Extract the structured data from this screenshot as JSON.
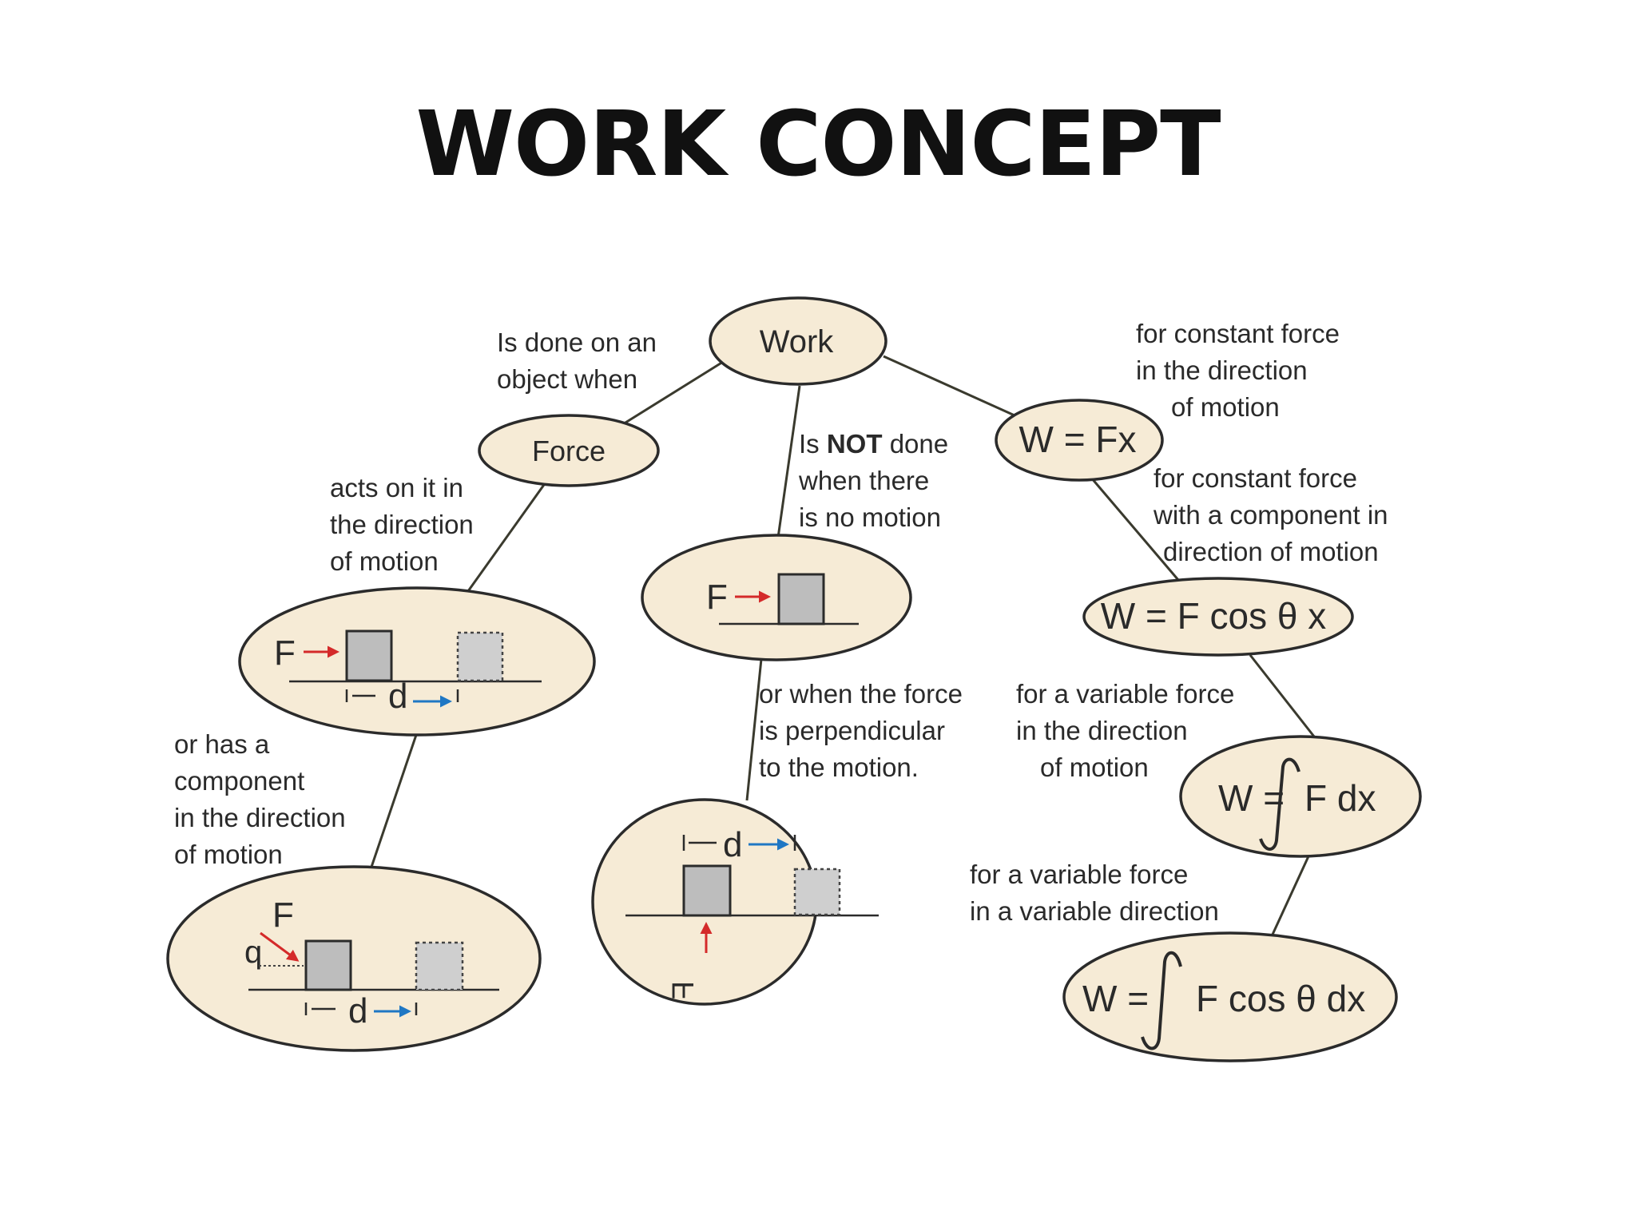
{
  "title": "WORK CONCEPT",
  "nodes": {
    "work": "Work",
    "force": "Force",
    "w_fx": "W = Fx",
    "w_fcos": "W = F cos θ x",
    "w_int_left": "W =",
    "w_int_right": "F dx",
    "w_intcos_left": "W =",
    "w_intcos_right": "F cos θ  dx"
  },
  "labels": {
    "done_on": [
      "Is done on an",
      "object when"
    ],
    "acts_on": [
      "acts on it in",
      "the direction",
      "of motion"
    ],
    "component": [
      "or has a",
      "component",
      "in the direction",
      "of motion"
    ],
    "not_done_1": "Is",
    "not_done_bold": "NOT",
    "not_done_2": "done",
    "not_done_rest": [
      "when there",
      "is no motion"
    ],
    "perpendicular": [
      "or when the force",
      "is perpendicular",
      "to the motion."
    ],
    "const_dir": [
      "for constant force",
      "in the direction",
      "of motion"
    ],
    "const_comp": [
      "for constant force",
      "with a component in",
      "direction of motion"
    ],
    "var_force": [
      "for a variable force",
      "in the direction",
      "of motion"
    ],
    "var_dir": [
      "for a variable force",
      "in a variable direction"
    ]
  },
  "symbols": {
    "force": "F",
    "displacement": "d",
    "angle": "q"
  },
  "colors": {
    "node_fill": "#f6ebd6",
    "force_arrow": "#d42a2a",
    "displacement_arrow": "#1f77c4",
    "block": "#bdbdbd"
  }
}
